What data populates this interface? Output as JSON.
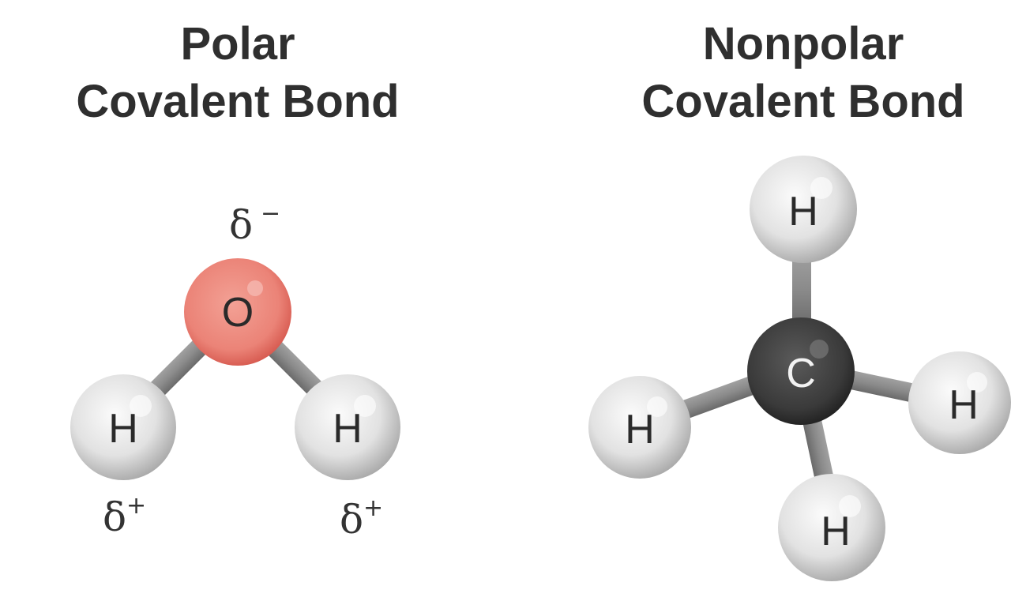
{
  "polar": {
    "title_line1": "Polar",
    "title_line2": "Covalent Bond",
    "atoms": {
      "center": "O",
      "left": "H",
      "right": "H"
    },
    "charges": {
      "oxygen": {
        "symbol": "δ",
        "sign": "−"
      },
      "left_h": {
        "symbol": "δ",
        "sign": "+"
      },
      "right_h": {
        "symbol": "δ",
        "sign": "+"
      }
    }
  },
  "nonpolar": {
    "title_line1": "Nonpolar",
    "title_line2": "Covalent Bond",
    "atoms": {
      "center": "C",
      "top": "H",
      "left": "H",
      "right": "H",
      "bottom": "H"
    }
  },
  "colors": {
    "oxygen": "#e8766b",
    "carbon": "#3a3a3a",
    "hydrogen": "#e6e6e6",
    "bond": "#8a8a8a"
  }
}
